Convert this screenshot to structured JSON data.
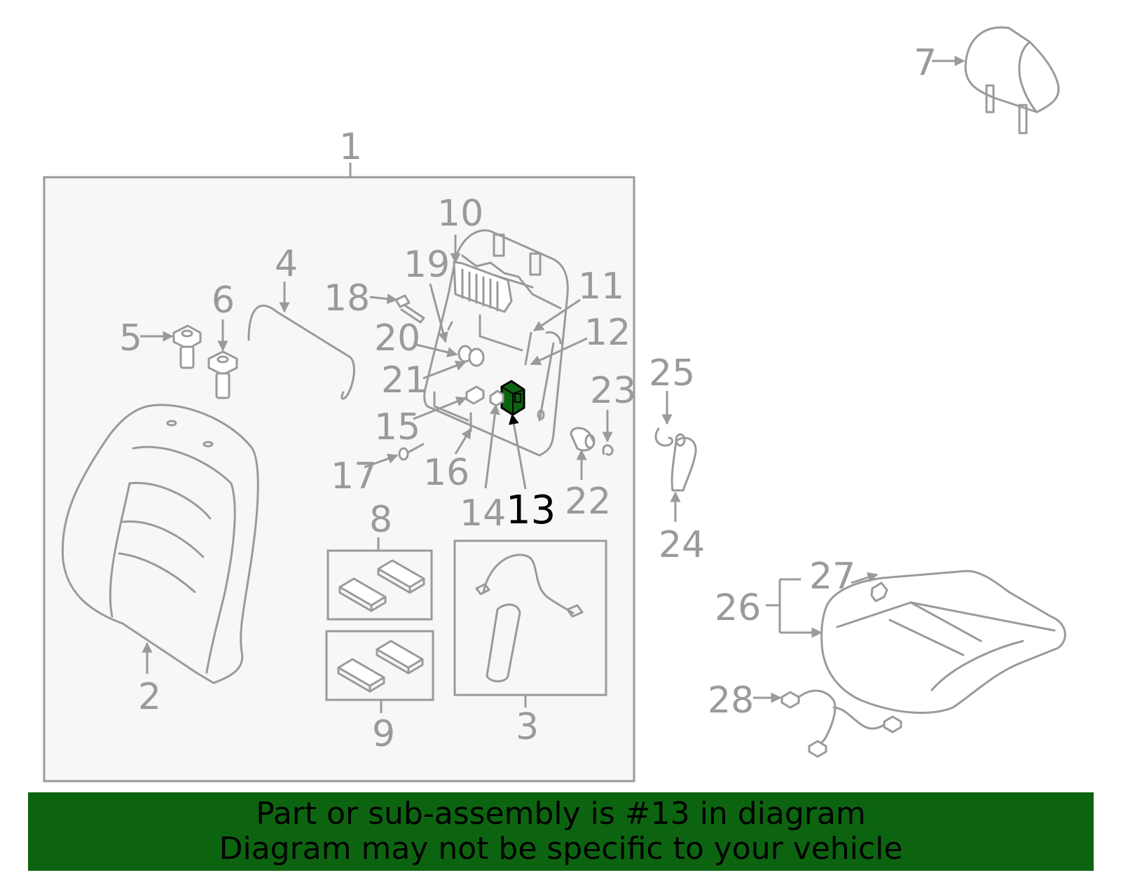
{
  "callouts": {
    "n1": "1",
    "n2": "2",
    "n3": "3",
    "n4": "4",
    "n5": "5",
    "n6": "6",
    "n7": "7",
    "n8": "8",
    "n9": "9",
    "n10": "10",
    "n11": "11",
    "n12": "12",
    "n13": "13",
    "n14": "14",
    "n15": "15",
    "n16": "16",
    "n17": "17",
    "n18": "18",
    "n19": "19",
    "n20": "20",
    "n21": "21",
    "n22": "22",
    "n23": "23",
    "n24": "24",
    "n25": "25",
    "n26": "26",
    "n27": "27",
    "n28": "28"
  },
  "highlighted_part": "13",
  "colors": {
    "line": "#9a9a9a",
    "highlight_fill": "#0d6410",
    "banner_bg": "#0d6410",
    "banner_text": "#000000",
    "panel_bg": "#f7f7f7"
  },
  "banner": {
    "line1": "Part or sub-assembly is #13 in diagram",
    "line2": "Diagram may not be specific to your vehicle"
  }
}
